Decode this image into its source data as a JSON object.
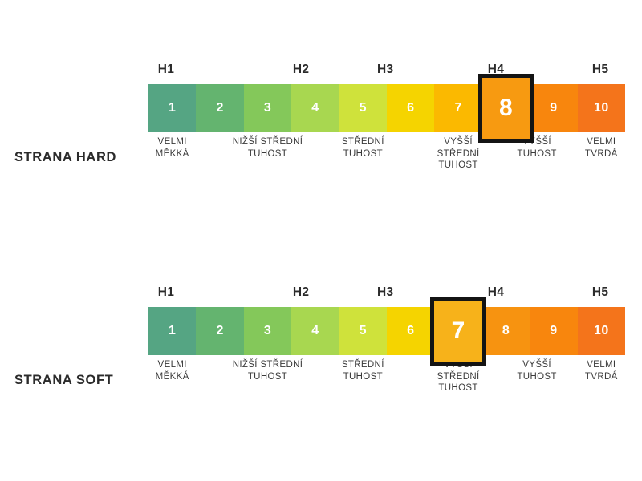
{
  "chart_data": [
    {
      "type": "bar",
      "id": "strana-hard",
      "title": "STRANA HARD",
      "categories": [
        "1",
        "2",
        "3",
        "4",
        "5",
        "6",
        "7",
        "8",
        "9",
        "10"
      ],
      "values": [
        1,
        2,
        3,
        4,
        5,
        6,
        7,
        8,
        9,
        10
      ],
      "highlight_value": "8",
      "xlabel": "",
      "ylabel": "",
      "segment_colors": [
        "#55a583",
        "#64b46f",
        "#84c85a",
        "#a8d750",
        "#cfe23b",
        "#f5d400",
        "#fbb900",
        "#f79a11",
        "#f8860d",
        "#f4741b"
      ],
      "group_labels": [
        {
          "text": "H1",
          "center_pct": 3.7
        },
        {
          "text": "H2",
          "center_pct": 32.0
        },
        {
          "text": "H3",
          "center_pct": 49.7
        },
        {
          "text": "H4",
          "center_pct": 72.9
        },
        {
          "text": "H5",
          "center_pct": 94.8
        }
      ],
      "sub_labels": [
        {
          "text": "VELMI\nMĚKKÁ",
          "center_pct": 5.0
        },
        {
          "text": "NIŽŠÍ STŘEDNÍ\nTUHOST",
          "center_pct": 25.0
        },
        {
          "text": "STŘEDNÍ\nTUHOST",
          "center_pct": 45.0
        },
        {
          "text": "VYŠŠÍ\nSTŘEDNÍ\nTUHOST",
          "center_pct": 65.0
        },
        {
          "text": "VYŠŠÍ\nTUHOST",
          "center_pct": 81.5
        },
        {
          "text": "VELMI\nTVRDÁ",
          "center_pct": 95.0
        }
      ]
    },
    {
      "type": "bar",
      "id": "strana-soft",
      "title": "STRANA SOFT",
      "categories": [
        "1",
        "2",
        "3",
        "4",
        "5",
        "6",
        "7",
        "8",
        "9",
        "10"
      ],
      "values": [
        1,
        2,
        3,
        4,
        5,
        6,
        7,
        8,
        9,
        10
      ],
      "highlight_value": "7",
      "xlabel": "",
      "ylabel": "",
      "segment_colors": [
        "#55a583",
        "#64b46f",
        "#84c85a",
        "#a8d750",
        "#cfe23b",
        "#f5d400",
        "#f7b21a",
        "#f79310",
        "#f8860d",
        "#f4741b"
      ],
      "group_labels": [
        {
          "text": "H1",
          "center_pct": 3.7
        },
        {
          "text": "H2",
          "center_pct": 32.0
        },
        {
          "text": "H3",
          "center_pct": 49.7
        },
        {
          "text": "H4",
          "center_pct": 72.9
        },
        {
          "text": "H5",
          "center_pct": 94.8
        }
      ],
      "sub_labels": [
        {
          "text": "VELMI\nMĚKKÁ",
          "center_pct": 5.0
        },
        {
          "text": "NIŽŠÍ STŘEDNÍ\nTUHOST",
          "center_pct": 25.0
        },
        {
          "text": "STŘEDNÍ\nTUHOST",
          "center_pct": 45.0
        },
        {
          "text": "VYŠŠÍ\nSTŘEDNÍ\nTUHOST",
          "center_pct": 65.0
        },
        {
          "text": "VYŠŠÍ\nTUHOST",
          "center_pct": 81.5
        },
        {
          "text": "VELMI\nTVRDÁ",
          "center_pct": 95.0
        }
      ]
    }
  ],
  "colors": {
    "background": "#ffffff",
    "text_dark": "#2b2b2b",
    "text_body": "#3a3a3a",
    "highlight_outline": "#141414",
    "segment_text": "#ffffff"
  }
}
